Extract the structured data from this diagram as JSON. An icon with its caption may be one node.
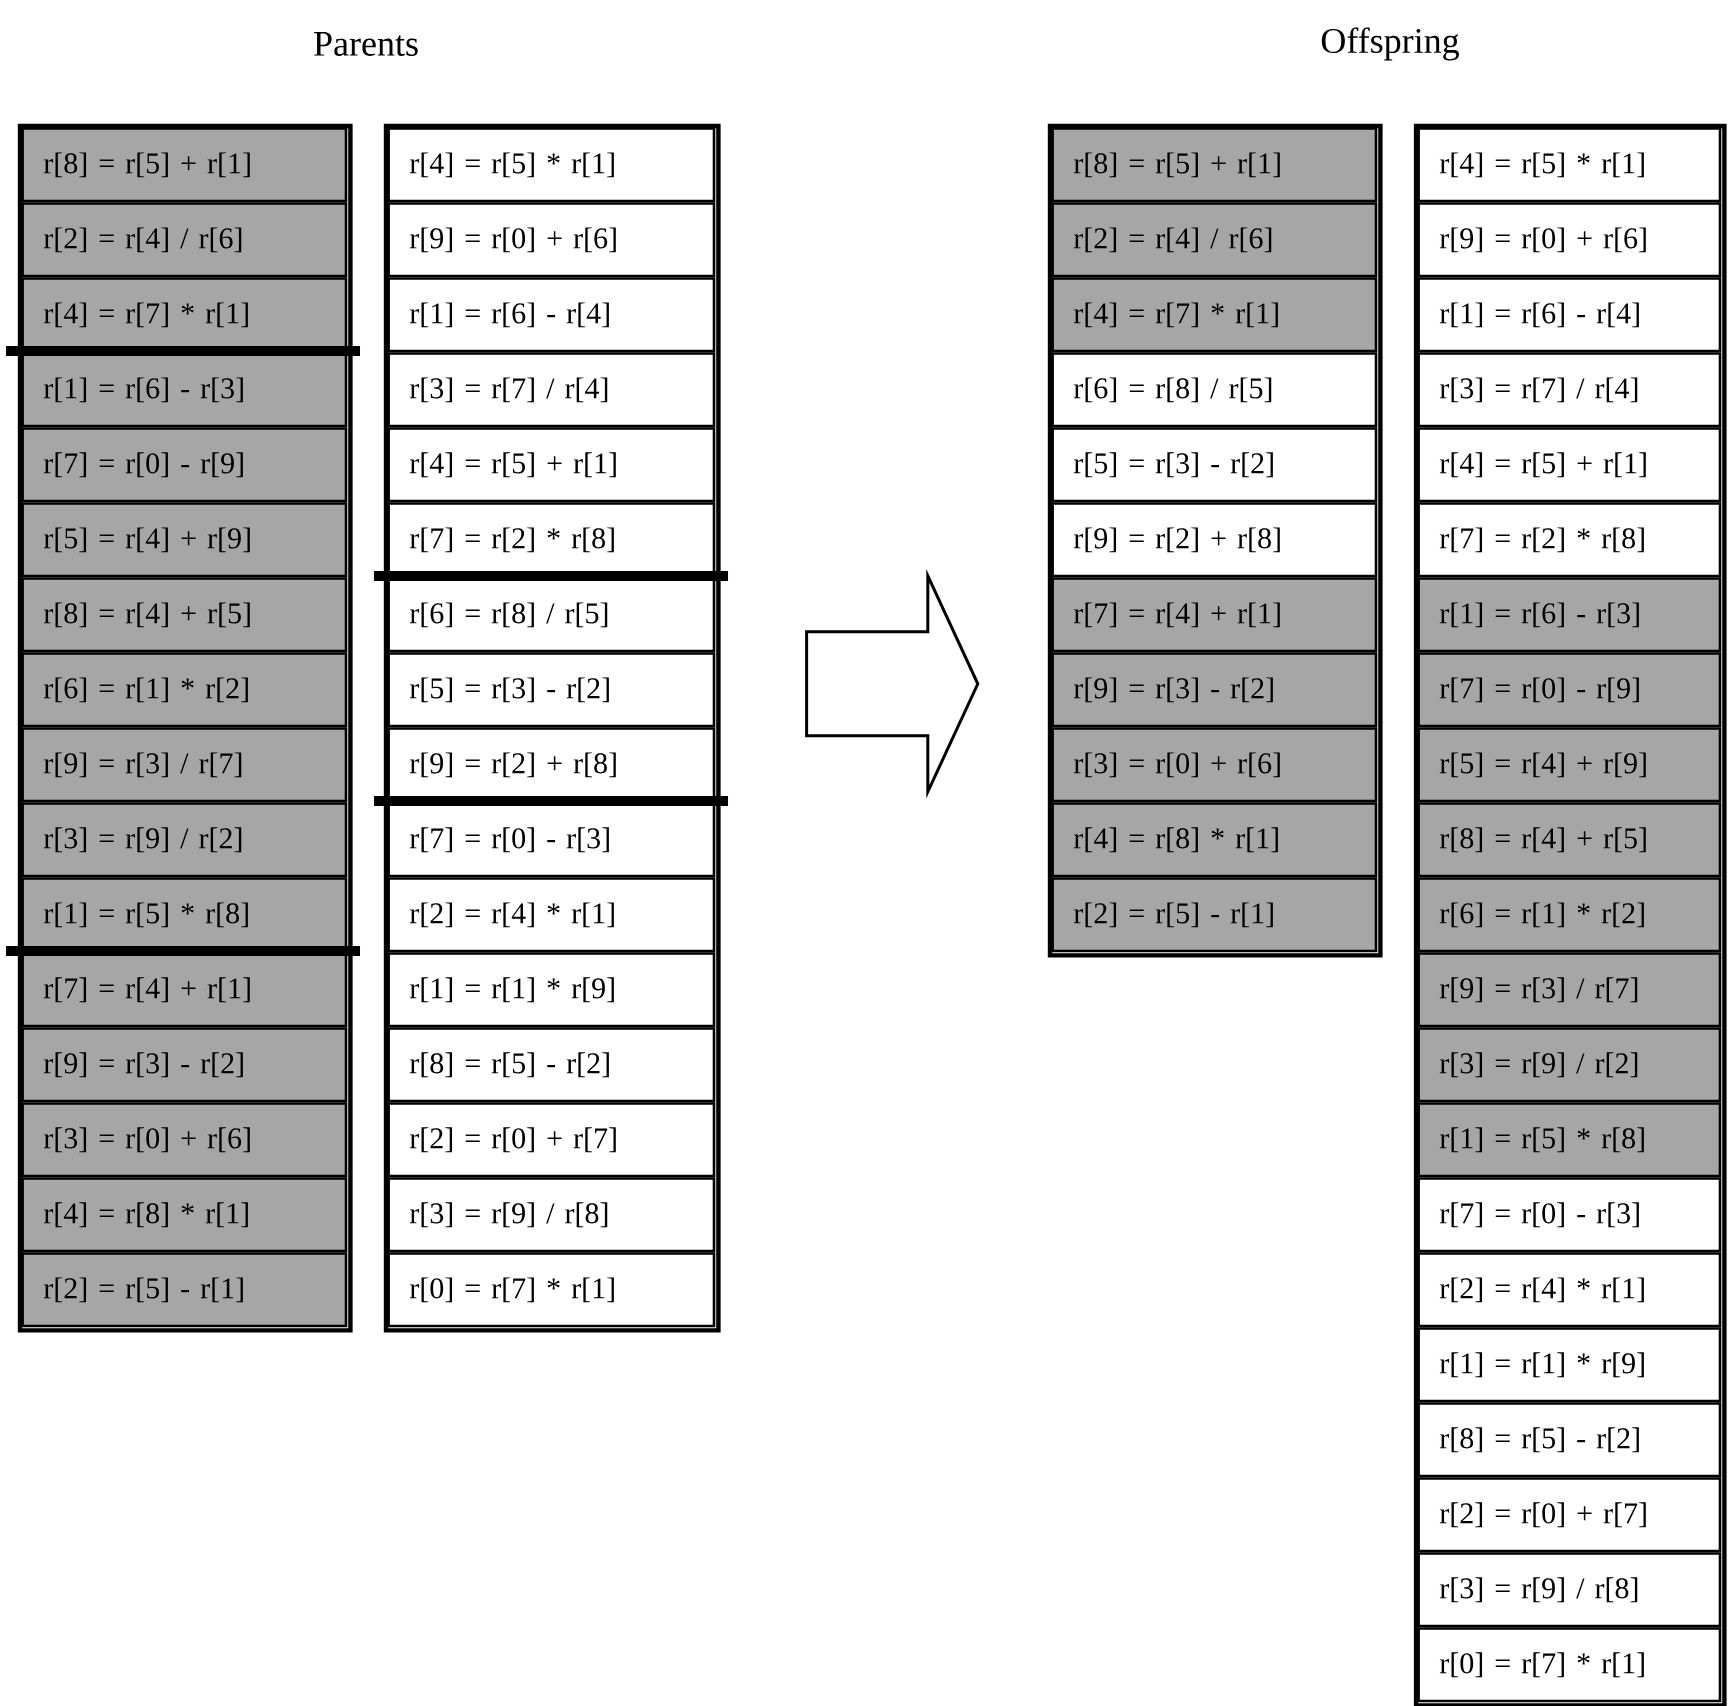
{
  "diagram": {
    "nodes": [
      {
        "text": [],
        "shape": "box"
      },
      {
        "text": [],
        "shape": "box"
      },
      {
        "text": [],
        "shape": "box"
      },
      {
        "text": [],
        "shape": "box"
      },
      {
        "text": [
          "r[8] = r[5] + r[1]"
        ],
        "in": 0
      },
      {
        "text": [
          "r[2] = r[4] / r[6]"
        ],
        "in": 0
      },
      {
        "text": [
          "r[4] = r[7] * r[1]"
        ],
        "in": 0
      },
      {
        "text": [
          "r[1] = r[6] - r[3]"
        ],
        "in": 0
      },
      {
        "text": [
          "r[7] = r[0] - r[9]"
        ],
        "in": 0
      },
      {
        "text": [
          "r[5] = r[4] + r[9]"
        ],
        "in": 0
      },
      {
        "text": [
          "r[8] = r[4] + r[5]"
        ],
        "in": 0
      },
      {
        "text": [
          "r[6] = r[1] * r[2]"
        ],
        "in": 0
      },
      {
        "text": [
          "r[9] = r[3] / r[7]"
        ],
        "in": 0
      },
      {
        "text": [
          "r[3] = r[9] / r[2]"
        ],
        "in": 0
      },
      {
        "text": [
          "r[1] = r[5] * r[8]"
        ],
        "in": 0
      },
      {
        "text": [
          "r[7] = r[4] + r[1]"
        ],
        "in": 0
      },
      {
        "text": [
          "r[9] = r[3] - r[2]"
        ],
        "in": 0
      },
      {
        "text": [
          "r[3] = r[0] + r[6]"
        ],
        "in": 0
      },
      {
        "text": [
          "r[4] = r[8] * r[1]"
        ],
        "in": 0
      },
      {
        "text": [
          "r[2] = r[5] - r[1]"
        ],
        "in": 0
      },
      {
        "text": [
          "r[4] = r[5] * r[1]"
        ],
        "in": 1
      },
      {
        "text": [
          "r[9] = r[0] + r[6]"
        ],
        "in": 1
      },
      {
        "text": [
          "r[1] = r[6] - r[4]"
        ],
        "in": 1
      },
      {
        "text": [
          "r[3] = r[7] / r[4]"
        ],
        "in": 1
      },
      {
        "text": [
          "r[4] = r[5] + r[1]"
        ],
        "in": 1
      },
      {
        "text": [
          "r[7] = r[2] * r[8]"
        ],
        "in": 1
      },
      {
        "text": [
          "r[6] = r[8] / r[5]"
        ],
        "in": 1
      },
      {
        "text": [
          "r[5] = r[3] - r[2]"
        ],
        "in": 1
      },
      {
        "text": [
          "r[9] = r[2] + r[8]"
        ],
        "in": 1
      },
      {
        "text": [
          "r[7] = r[0] - r[3]"
        ],
        "in": 1
      },
      {
        "text": [
          "r[2] = r[4] * r[1]"
        ],
        "in": 1
      },
      {
        "text": [
          "r[1] = r[1] * r[9]"
        ],
        "in": 1
      },
      {
        "text": [
          "r[8] = r[5] - r[2]"
        ],
        "in": 1
      },
      {
        "text": [
          "r[2] = r[0] + r[7]"
        ],
        "in": 1
      },
      {
        "text": [
          "r[3] = r[9] / r[8]"
        ],
        "in": 1
      },
      {
        "text": [
          "r[0] = r[7] * r[1]"
        ],
        "in": 1
      },
      {
        "text": [
          "r[8] = r[5] + r[1]"
        ],
        "in": 2
      },
      {
        "text": [
          "r[2] = r[4] / r[6]"
        ],
        "in": 2
      },
      {
        "text": [
          "r[4] = r[7] * r[1]"
        ],
        "in": 2
      },
      {
        "text": [
          "r[6] = r[8] / r[5]"
        ],
        "in": 2
      },
      {
        "text": [
          "r[5] = r[3] - r[2]"
        ],
        "in": 2
      },
      {
        "text": [
          "r[9] = r[2] + r[8]"
        ],
        "in": 2
      },
      {
        "text": [
          "r[7] = r[4] + r[1]"
        ],
        "in": 2
      },
      {
        "text": [
          "r[9] = r[3] - r[2]"
        ],
        "in": 2
      },
      {
        "text": [
          "r[3] = r[0] + r[6]"
        ],
        "in": 2
      },
      {
        "text": [
          "r[4] = r[8] * r[1]"
        ],
        "in": 2
      },
      {
        "text": [
          "r[2] = r[5] - r[1]"
        ],
        "in": 2
      },
      {
        "text": [
          "r[4] = r[5] * r[1]"
        ],
        "in": 3
      },
      {
        "text": [
          "r[9] = r[0] + r[6]"
        ],
        "in": 3
      },
      {
        "text": [
          "r[1] = r[6] - r[4]"
        ],
        "in": 3
      },
      {
        "text": [
          "r[3] = r[7] / r[4]"
        ],
        "in": 3
      },
      {
        "text": [
          "r[4] = r[5] + r[1]"
        ],
        "in": 3
      },
      {
        "text": [
          "r[7] = r[2] * r[8]"
        ],
        "in": 3
      },
      {
        "text": [
          "r[1] = r[6] - r[3]"
        ],
        "in": 3
      },
      {
        "text": [
          "r[7] = r[0] - r[9]"
        ],
        "in": 3
      },
      {
        "text": [
          "r[5] = r[4] + r[9]"
        ],
        "in": 3
      },
      {
        "text": [
          "r[8] = r[4] + r[5]"
        ],
        "in": 3
      },
      {
        "text": [
          "r[6] = r[1] * r[2]"
        ],
        "in": 3
      },
      {
        "text": [
          "r[9] = r[3] / r[7]"
        ],
        "in": 3
      },
      {
        "text": [
          "r[3] = r[9] / r[2]"
        ],
        "in": 3
      },
      {
        "text": [
          "r[1] = r[5] * r[8]"
        ],
        "in": 3
      },
      {
        "text": [
          "r[7] = r[0] - r[3]"
        ],
        "in": 3
      },
      {
        "text": [
          "r[2] = r[4] * r[1]"
        ],
        "in": 3
      },
      {
        "text": [
          "r[1] = r[1] * r[9]"
        ],
        "in": 3
      },
      {
        "text": [
          "r[8] = r[5] - r[2]"
        ],
        "in": 3
      },
      {
        "text": [
          "r[2] = r[0] + r[7]"
        ],
        "in": 3
      },
      {
        "text": [
          "r[3] = r[9] / r[8]"
        ],
        "in": 3
      },
      {
        "text": [
          "r[0] = r[7] * r[1]"
        ],
        "in": 3
      }
    ],
    "edges": [
      {
        "from": 1,
        "to": 2,
        "arrow": "to"
      }
    ],
    "labels": [
      "Parents",
      "Offspring"
    ]
  }
}
